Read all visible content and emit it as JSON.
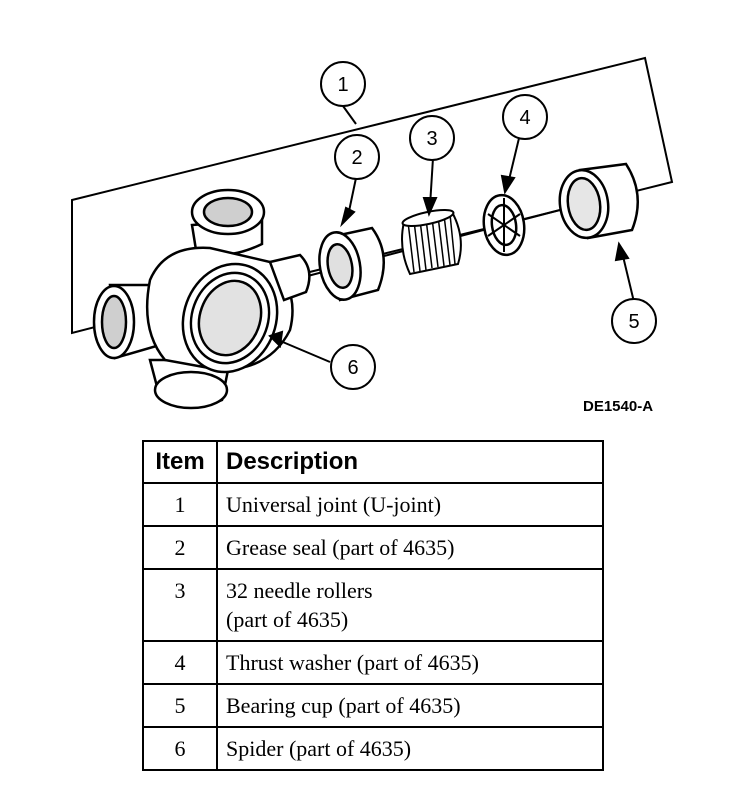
{
  "figure": {
    "code": "DE1540-A",
    "callouts": [
      "1",
      "2",
      "3",
      "4",
      "5",
      "6"
    ]
  },
  "table": {
    "headers": {
      "item": "Item",
      "description": "Description"
    },
    "rows": [
      {
        "item": "1",
        "description": [
          "Universal joint (U-joint)"
        ]
      },
      {
        "item": "2",
        "description": [
          "Grease seal (part of 4635)"
        ]
      },
      {
        "item": "3",
        "description": [
          "32 needle rollers",
          "(part of 4635)"
        ]
      },
      {
        "item": "4",
        "description": [
          "Thrust washer (part of 4635)"
        ]
      },
      {
        "item": "5",
        "description": [
          "Bearing cup (part of 4635)"
        ]
      },
      {
        "item": "6",
        "description": [
          "Spider (part of 4635)"
        ]
      }
    ]
  }
}
